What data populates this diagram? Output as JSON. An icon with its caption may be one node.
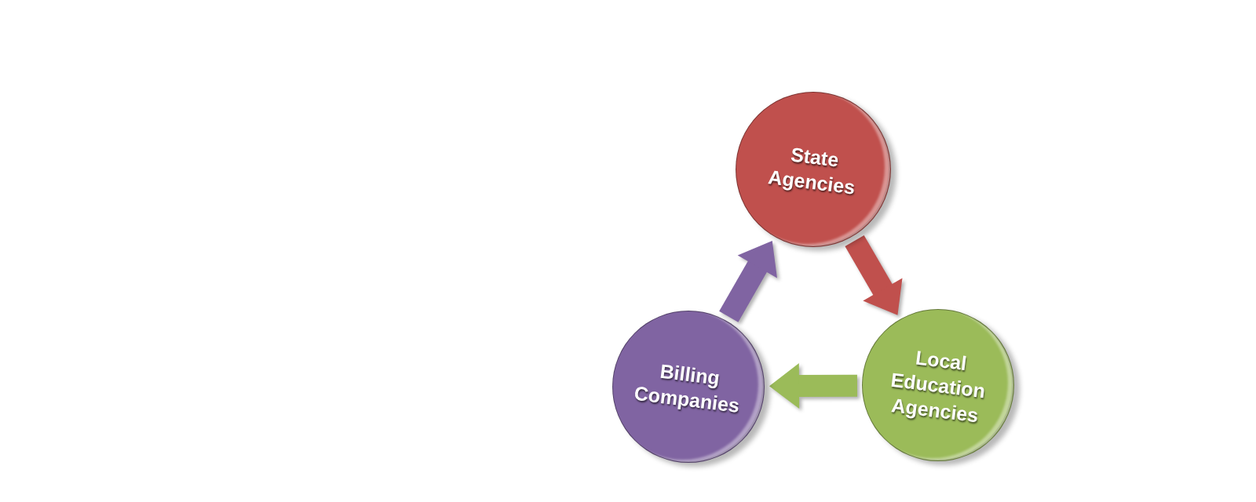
{
  "diagram": {
    "nodes": [
      {
        "text": [
          "State Agencies"
        ]
      },
      {
        "text": [
          "Billing Companies"
        ]
      },
      {
        "text": [
          "Local Education Agencies"
        ]
      }
    ],
    "edges": [
      {
        "from": 0,
        "to": 2,
        "arrow": "to",
        "color": "#c0504d"
      },
      {
        "from": 2,
        "to": 1,
        "arrow": "to",
        "color": "#9bbb59"
      },
      {
        "from": 1,
        "to": 0,
        "arrow": "to",
        "color": "#8064a2"
      }
    ]
  }
}
